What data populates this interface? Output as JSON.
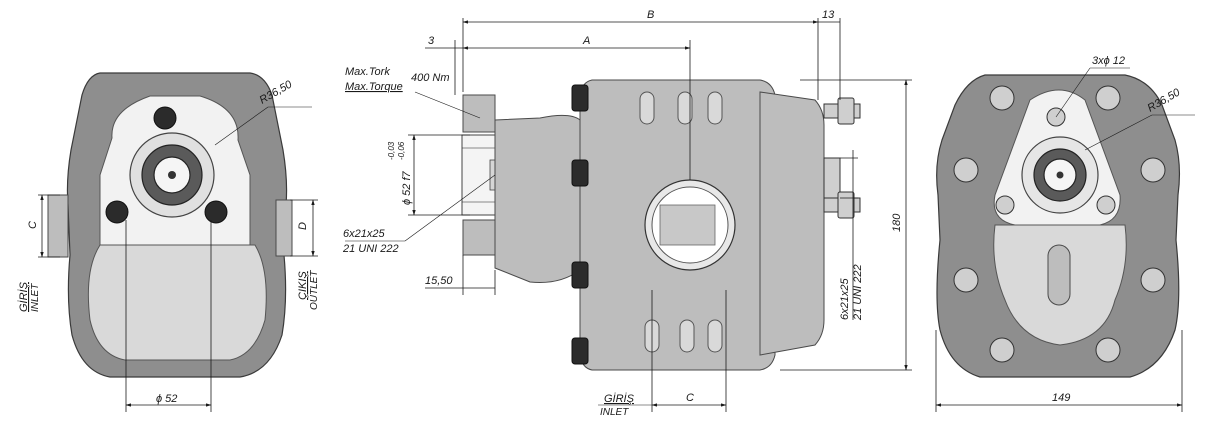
{
  "left_view": {
    "radius_label": "R36,50",
    "dim_c": "C",
    "dim_d": "D",
    "inlet_tr": "GİRİŞ",
    "inlet_en": "INLET",
    "outlet_tr": "ÇIKIŞ",
    "outlet_en": "OUTLET",
    "bottom_dim": "ϕ 52"
  },
  "center_view": {
    "dim_b": "B",
    "dim_13": "13",
    "dim_3": "3",
    "dim_a": "A",
    "max_tork": "Max.Tork",
    "max_torque": "Max.Torque",
    "torque_value": "400 Nm",
    "shaft_fit": "ϕ 52 f7",
    "tol_upper": "-0,03",
    "tol_lower": "-0,06",
    "spline_1": "6x21x25",
    "spline_2": "21 UNI 222",
    "dim_15": "15,50",
    "height_180": "180",
    "right_spline_1": "6x21x25",
    "right_spline_2": "21 UNI 222",
    "inlet_tr": "GİRİŞ",
    "inlet_en": "INLET",
    "dim_c": "C"
  },
  "right_view": {
    "holes_label": "3xϕ 12",
    "radius_label": "R36,50",
    "width_149": "149"
  }
}
